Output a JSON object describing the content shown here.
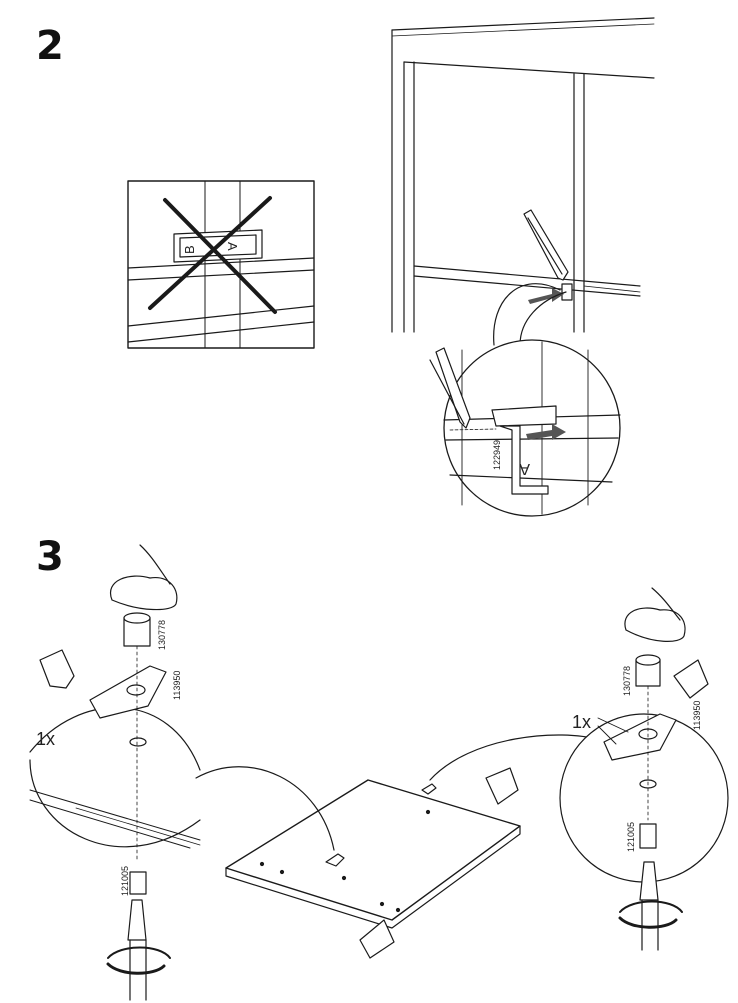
{
  "steps": [
    {
      "number": "2",
      "letters": {
        "wrong_b": "B",
        "wrong_a": "A",
        "bracket_a": "A"
      },
      "part_numbers": [
        "122949"
      ]
    },
    {
      "number": "3",
      "quantity_left": "1x",
      "quantity_right": "1x",
      "part_numbers_left": [
        "130778",
        "113950",
        "121005"
      ],
      "part_numbers_right": [
        "130778",
        "113950",
        "121005"
      ]
    }
  ]
}
